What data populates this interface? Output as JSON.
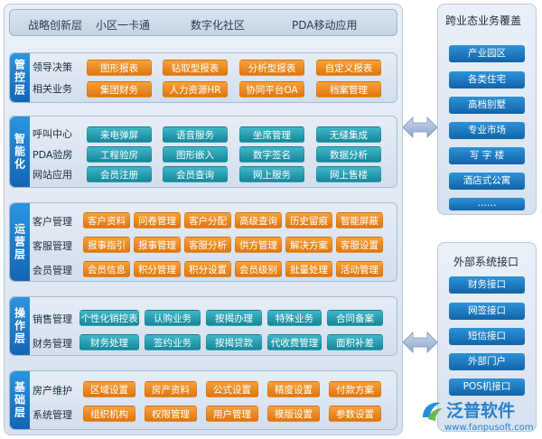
{
  "top": {
    "strategy": "战略创新层",
    "card": "小区一卡通",
    "digital": "数字化社区",
    "pda": "PDA移动应用"
  },
  "layers": {
    "control": {
      "tag": "管控层",
      "rows": [
        {
          "label": "领导决策",
          "items": [
            "图形报表",
            "钻取型报表",
            "分析型报表",
            "自定义报表"
          ]
        },
        {
          "label": "相关业务",
          "items": [
            "集团财务",
            "人力资源HR",
            "协同平台OA",
            "档案管理"
          ]
        }
      ]
    },
    "smart": {
      "tag": "智能化",
      "rows": [
        {
          "label": "呼叫中心",
          "items": [
            "来电弹屏",
            "语音服务",
            "坐席管理",
            "无缝集成"
          ]
        },
        {
          "label": "PDA验房",
          "items": [
            "工程验房",
            "图形嵌入",
            "数字签名",
            "数据分析"
          ]
        },
        {
          "label": "网站应用",
          "items": [
            "会员注册",
            "会员查询",
            "网上服务",
            "网上售楼"
          ]
        }
      ]
    },
    "operate": {
      "tag": "运营层",
      "rows": [
        {
          "label": "客户管理",
          "items": [
            "客户资料",
            "问卷管理",
            "客户分配",
            "高级查询",
            "历史留痕",
            "智能屏蔽"
          ]
        },
        {
          "label": "客服管理",
          "items": [
            "报事指引",
            "报事管理",
            "客服分析",
            "供方管理",
            "解决方案",
            "客服设置"
          ]
        },
        {
          "label": "会员管理",
          "items": [
            "会员信息",
            "积分管理",
            "积分设置",
            "会员级别",
            "批量处理",
            "活动管理"
          ]
        }
      ]
    },
    "action": {
      "tag": "操作层",
      "rows": [
        {
          "label": "销售管理",
          "items": [
            "个性化销控表",
            "认购业务",
            "按揭办理",
            "特殊业务",
            "合同备案"
          ]
        },
        {
          "label": "财务管理",
          "items": [
            "财务处理",
            "签约业务",
            "按揭贷款",
            "代收费管理",
            "面积补差"
          ]
        }
      ]
    },
    "base": {
      "tag": "基础层",
      "rows": [
        {
          "label": "房产维护",
          "items": [
            "区域设置",
            "房产资料",
            "公式设置",
            "精度设置",
            "付款方案"
          ]
        },
        {
          "label": "系统管理",
          "items": [
            "组织机构",
            "权限管理",
            "用户管理",
            "模版设置",
            "参数设置"
          ]
        }
      ]
    }
  },
  "right_top": {
    "title": "跨业态业务覆盖",
    "items": [
      "产业园区",
      "各类住宅",
      "高档别墅",
      "专业市场",
      "写 字 楼",
      "酒店式公寓",
      "……"
    ]
  },
  "right_bottom": {
    "title": "外部系统接口",
    "items": [
      "财务接口",
      "网签接口",
      "短信接口",
      "外部门户",
      "POS机接口"
    ]
  },
  "logo": {
    "name": "泛普软件",
    "url": "www.fanpusoft.com"
  },
  "colors": {
    "layer_tag": "#1a7fd0",
    "orange_btn": "#f08a1e",
    "teal_btn": "#26a0b3",
    "right_btn": "#1a77c2"
  }
}
